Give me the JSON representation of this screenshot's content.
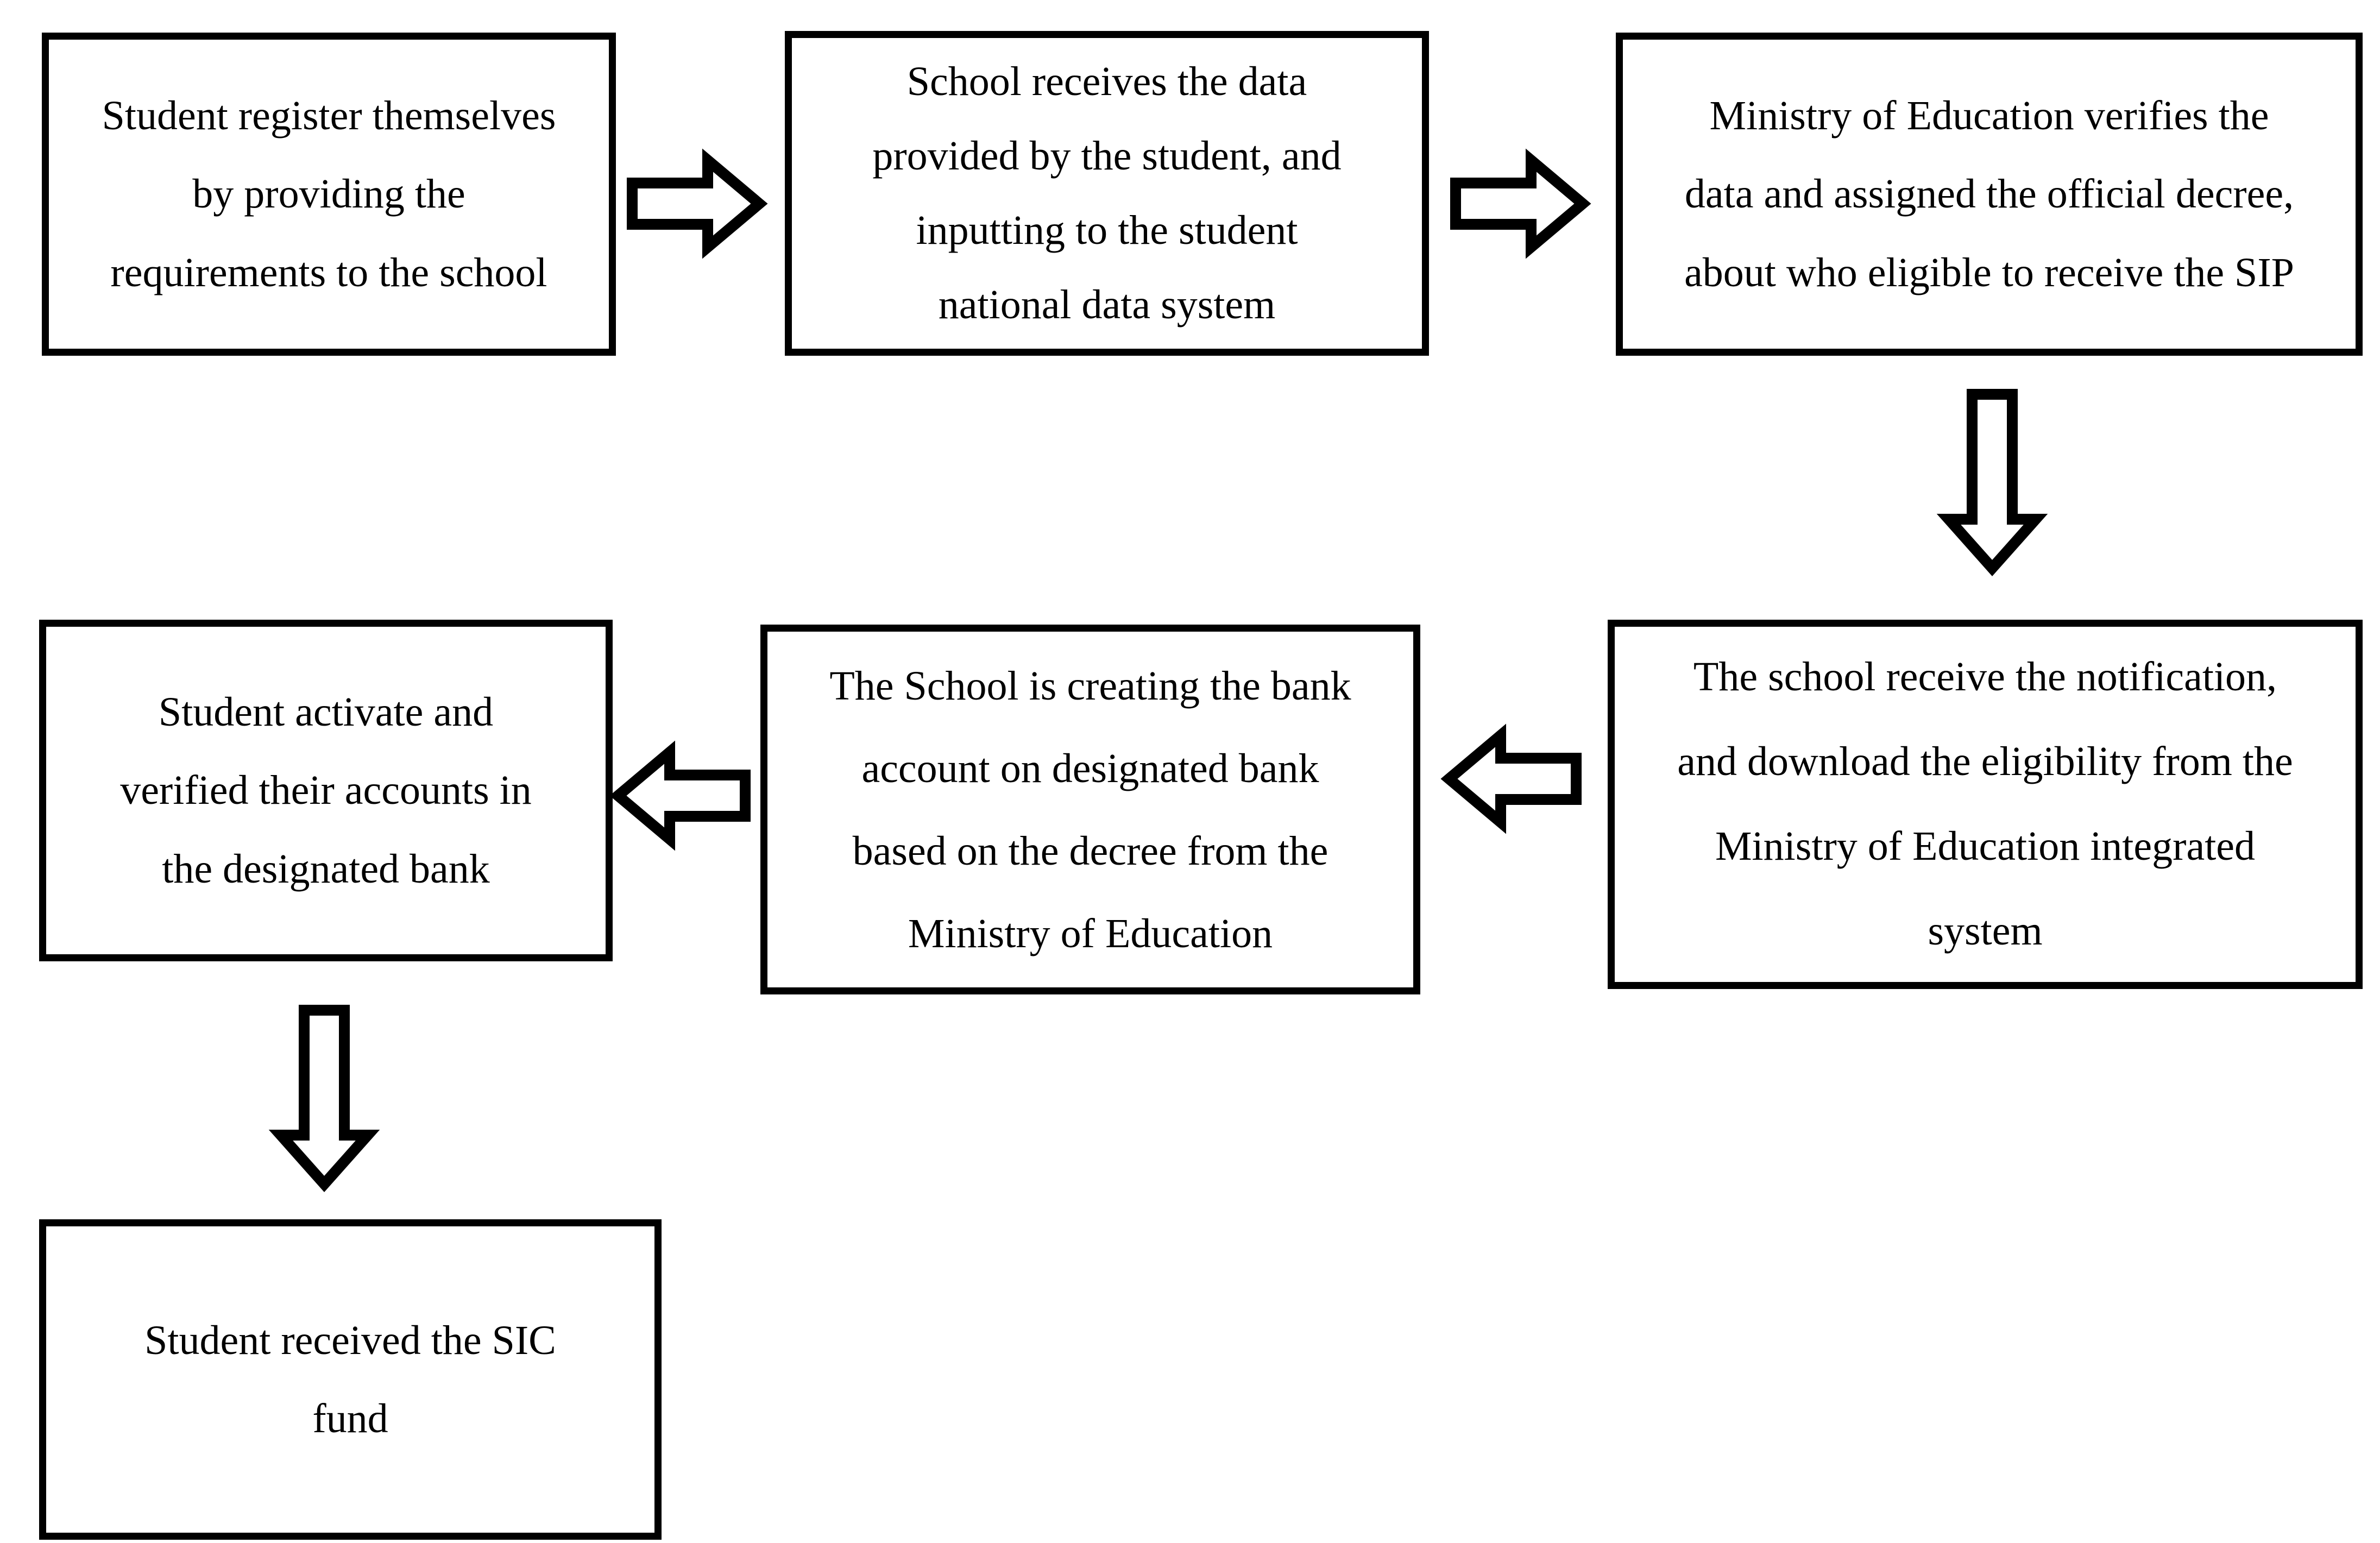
{
  "figure": {
    "type": "flowchart",
    "background_color": "#ffffff",
    "ink_color": "#000000"
  },
  "flowchart": {
    "boxes": [
      {
        "id": "register",
        "text": "Student register themselves\nby providing the\nrequirements to the school"
      },
      {
        "id": "school-input",
        "text": "School receives the data\nprovided by the student, and\ninputting to the student\nnational data system"
      },
      {
        "id": "moe-verify",
        "text": "Ministry of Education verifies the\ndata and assigned the official decree,\nabout who eligible to receive the SIP"
      },
      {
        "id": "school-download",
        "text": "The school receive the notification,\nand download the eligibility from the\nMinistry of Education integrated\nsystem"
      },
      {
        "id": "school-bank",
        "text": "The School is creating the bank\naccount on designated bank\nbased on the decree from the\nMinistry of Education"
      },
      {
        "id": "student-activate",
        "text": "Student activate and\nverified their accounts in\nthe designated bank"
      },
      {
        "id": "student-fund",
        "text": "Student received the SIC\nfund"
      }
    ],
    "arrows": [
      {
        "from": "register",
        "to": "school-input",
        "direction": "right"
      },
      {
        "from": "school-input",
        "to": "moe-verify",
        "direction": "right"
      },
      {
        "from": "moe-verify",
        "to": "school-download",
        "direction": "down"
      },
      {
        "from": "school-download",
        "to": "school-bank",
        "direction": "left"
      },
      {
        "from": "school-bank",
        "to": "student-activate",
        "direction": "left"
      },
      {
        "from": "student-activate",
        "to": "student-fund",
        "direction": "down"
      }
    ]
  }
}
